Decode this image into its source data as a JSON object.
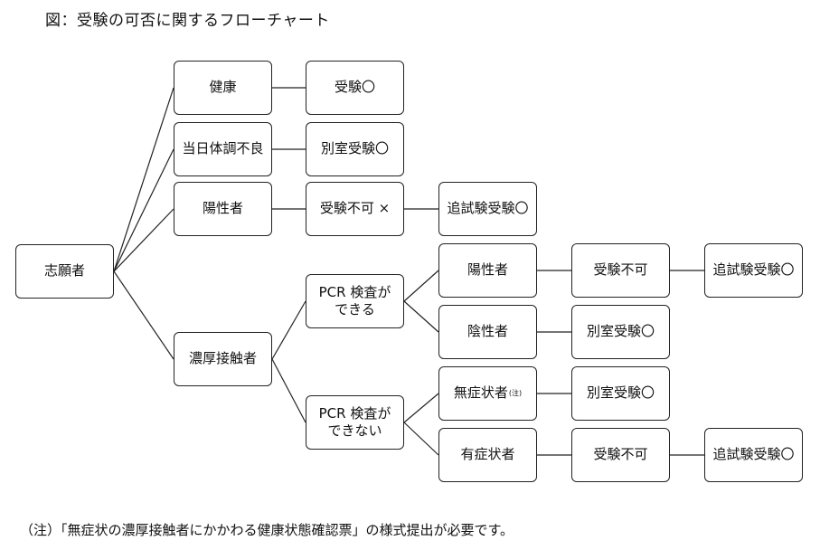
{
  "title": "図：受験の可否に関するフローチャート",
  "note": "（注）「無症状の濃厚接触者にかかわる健康状態確認票」の様式提出が必要です。",
  "nodes": {
    "applicant": "志願者",
    "healthy": "健康",
    "healthy_result": "受験〇",
    "unwell": "当日体調不良",
    "unwell_result": "別室受験〇",
    "positive": "陽性者",
    "positive_result": "受験不可 ×",
    "positive_makeup": "追試験受験〇",
    "close_contact": "濃厚接触者",
    "pcr_available": "PCR 検査が\nできる",
    "pcr_positive": "陽性者",
    "pcr_positive_result": "受験不可",
    "pcr_positive_makeup": "追試験受験〇",
    "pcr_negative": "陰性者",
    "pcr_negative_result": "別室受験〇",
    "pcr_unavailable": "PCR 検査が\nできない",
    "asymptomatic": "無症状者",
    "asymptomatic_note_mark": "(注)",
    "asymptomatic_result": "別室受験〇",
    "symptomatic": "有症状者",
    "symptomatic_result": "受験不可",
    "symptomatic_makeup": "追試験受験〇"
  }
}
